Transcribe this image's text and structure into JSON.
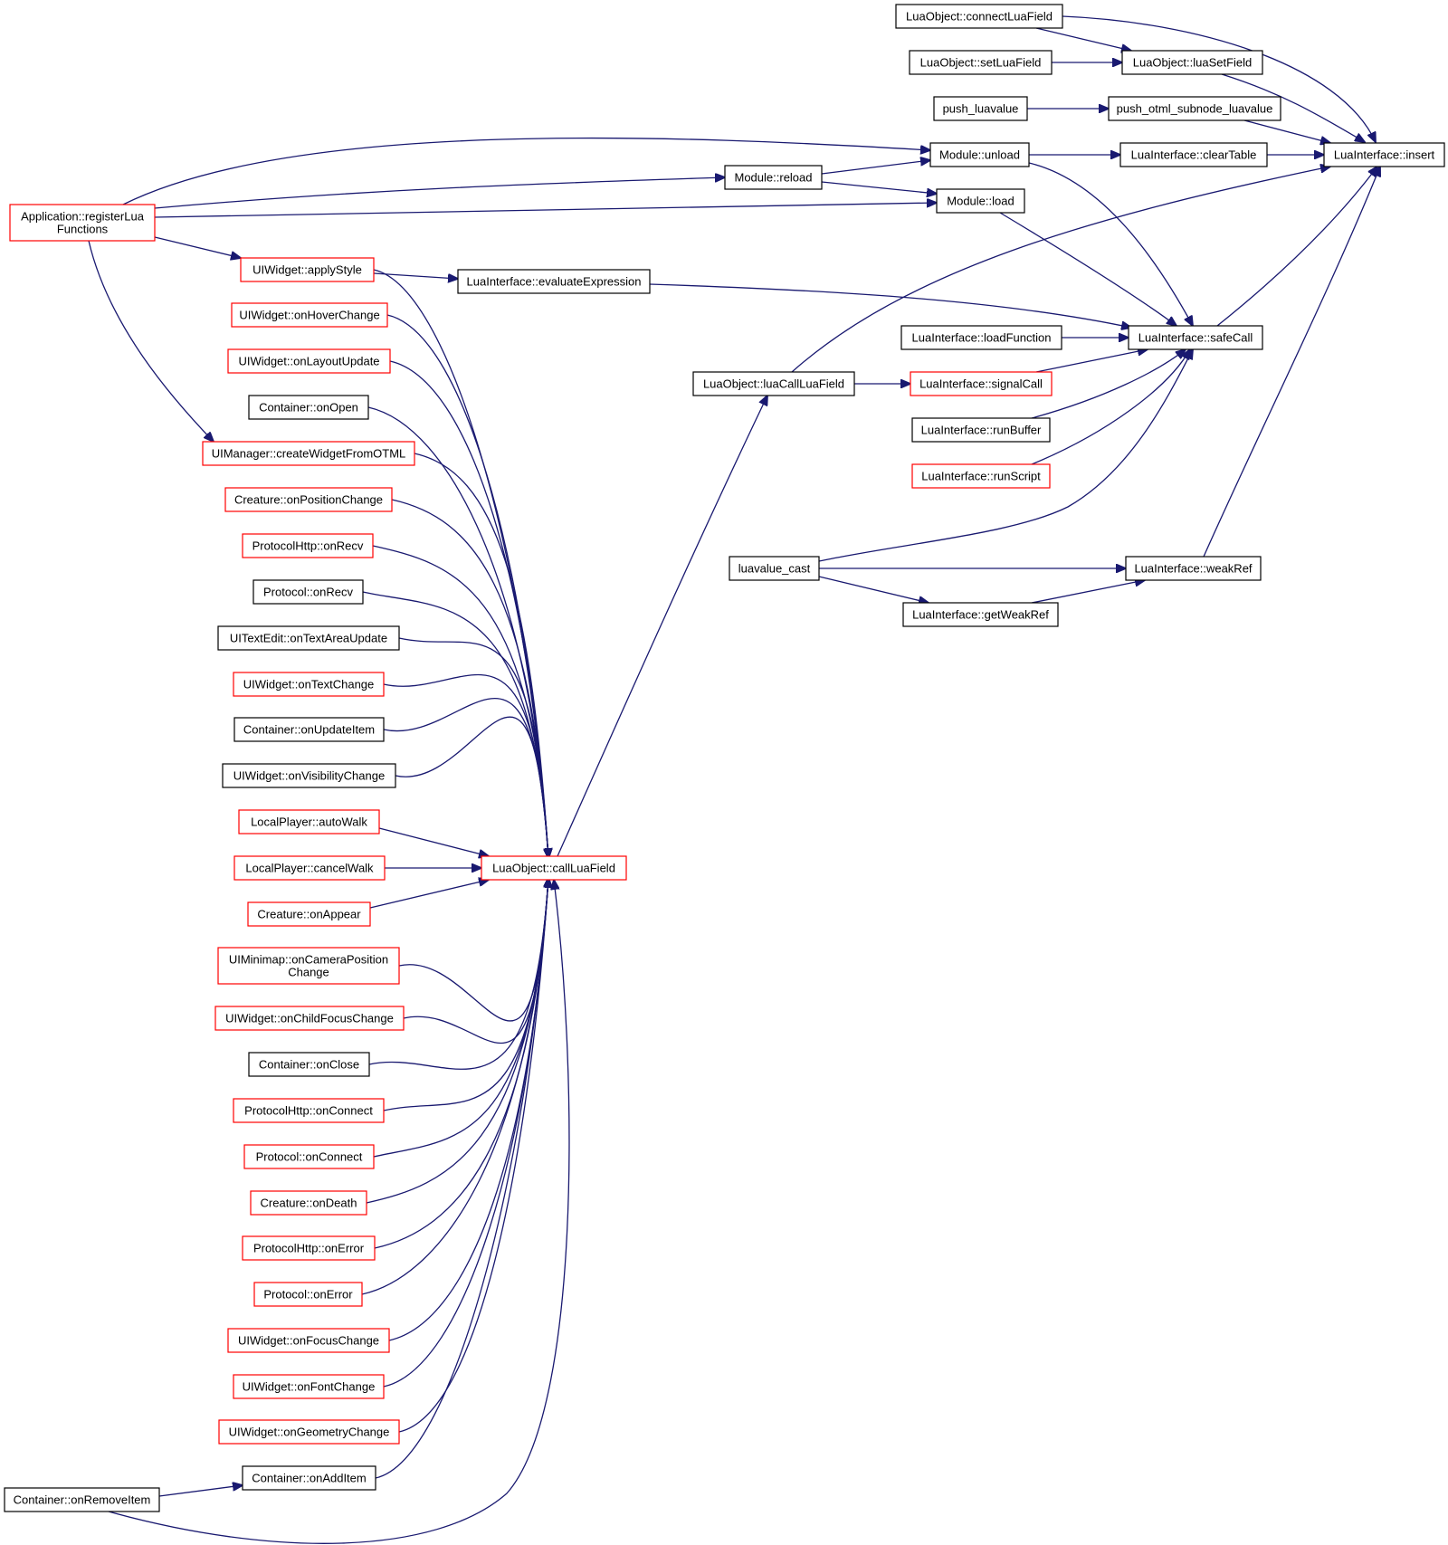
{
  "colors": {
    "edge": "#191970",
    "border_normal": "#000000",
    "border_truncated": "#ff0000",
    "focus_fill": "#bfbfbf",
    "node_fill": "#ffffff"
  },
  "nodes": [
    {
      "id": "insert",
      "lines": [
        "LuaInterface::insert"
      ],
      "style": "focus"
    },
    {
      "id": "connectLuaField",
      "lines": [
        "LuaObject::connectLuaField"
      ],
      "style": "normal"
    },
    {
      "id": "setLuaField",
      "lines": [
        "LuaObject::setLuaField"
      ],
      "style": "normal"
    },
    {
      "id": "luaSetField",
      "lines": [
        "LuaObject::luaSetField"
      ],
      "style": "normal"
    },
    {
      "id": "push_luavalue",
      "lines": [
        "push_luavalue"
      ],
      "style": "normal"
    },
    {
      "id": "push_otml",
      "lines": [
        "push_otml_subnode_luavalue"
      ],
      "style": "normal"
    },
    {
      "id": "moduleUnload",
      "lines": [
        "Module::unload"
      ],
      "style": "normal"
    },
    {
      "id": "clearTable",
      "lines": [
        "LuaInterface::clearTable"
      ],
      "style": "normal"
    },
    {
      "id": "moduleReload",
      "lines": [
        "Module::reload"
      ],
      "style": "normal"
    },
    {
      "id": "moduleLoad",
      "lines": [
        "Module::load"
      ],
      "style": "normal"
    },
    {
      "id": "registerLua",
      "lines": [
        "Application::registerLua",
        "Functions"
      ],
      "style": "truncated"
    },
    {
      "id": "applyStyle",
      "lines": [
        "UIWidget::applyStyle"
      ],
      "style": "truncated"
    },
    {
      "id": "evaluateExpression",
      "lines": [
        "LuaInterface::evaluateExpression"
      ],
      "style": "normal"
    },
    {
      "id": "onHoverChange",
      "lines": [
        "UIWidget::onHoverChange"
      ],
      "style": "truncated"
    },
    {
      "id": "onLayoutUpdate",
      "lines": [
        "UIWidget::onLayoutUpdate"
      ],
      "style": "truncated"
    },
    {
      "id": "containerOnOpen",
      "lines": [
        "Container::onOpen"
      ],
      "style": "normal"
    },
    {
      "id": "loadFunction",
      "lines": [
        "LuaInterface::loadFunction"
      ],
      "style": "normal"
    },
    {
      "id": "safeCall",
      "lines": [
        "LuaInterface::safeCall"
      ],
      "style": "normal"
    },
    {
      "id": "luaCallLuaField",
      "lines": [
        "LuaObject::luaCallLuaField"
      ],
      "style": "normal"
    },
    {
      "id": "signalCall",
      "lines": [
        "LuaInterface::signalCall"
      ],
      "style": "truncated"
    },
    {
      "id": "runBuffer",
      "lines": [
        "LuaInterface::runBuffer"
      ],
      "style": "normal"
    },
    {
      "id": "createWidget",
      "lines": [
        "UIManager::createWidgetFromOTML"
      ],
      "style": "truncated"
    },
    {
      "id": "runScript",
      "lines": [
        "LuaInterface::runScript"
      ],
      "style": "truncated"
    },
    {
      "id": "onPositionChange",
      "lines": [
        "Creature::onPositionChange"
      ],
      "style": "truncated"
    },
    {
      "id": "httpOnRecv",
      "lines": [
        "ProtocolHttp::onRecv"
      ],
      "style": "truncated"
    },
    {
      "id": "luavalue_cast",
      "lines": [
        "luavalue_cast"
      ],
      "style": "normal"
    },
    {
      "id": "weakRef",
      "lines": [
        "LuaInterface::weakRef"
      ],
      "style": "normal"
    },
    {
      "id": "protocolOnRecv",
      "lines": [
        "Protocol::onRecv"
      ],
      "style": "normal"
    },
    {
      "id": "getWeakRef",
      "lines": [
        "LuaInterface::getWeakRef"
      ],
      "style": "normal"
    },
    {
      "id": "onTextAreaUpdate",
      "lines": [
        "UITextEdit::onTextAreaUpdate"
      ],
      "style": "normal"
    },
    {
      "id": "onTextChange",
      "lines": [
        "UIWidget::onTextChange"
      ],
      "style": "truncated"
    },
    {
      "id": "onUpdateItem",
      "lines": [
        "Container::onUpdateItem"
      ],
      "style": "normal"
    },
    {
      "id": "onVisibilityChange",
      "lines": [
        "UIWidget::onVisibilityChange"
      ],
      "style": "normal"
    },
    {
      "id": "autoWalk",
      "lines": [
        "LocalPlayer::autoWalk"
      ],
      "style": "truncated"
    },
    {
      "id": "cancelWalk",
      "lines": [
        "LocalPlayer::cancelWalk"
      ],
      "style": "truncated"
    },
    {
      "id": "callLuaField",
      "lines": [
        "LuaObject::callLuaField"
      ],
      "style": "truncated"
    },
    {
      "id": "onAppear",
      "lines": [
        "Creature::onAppear"
      ],
      "style": "truncated"
    },
    {
      "id": "onCameraPosition",
      "lines": [
        "UIMinimap::onCameraPosition",
        "Change"
      ],
      "style": "truncated"
    },
    {
      "id": "onChildFocusChange",
      "lines": [
        "UIWidget::onChildFocusChange"
      ],
      "style": "truncated"
    },
    {
      "id": "containerOnClose",
      "lines": [
        "Container::onClose"
      ],
      "style": "normal"
    },
    {
      "id": "httpOnConnect",
      "lines": [
        "ProtocolHttp::onConnect"
      ],
      "style": "truncated"
    },
    {
      "id": "protocolOnConnect",
      "lines": [
        "Protocol::onConnect"
      ],
      "style": "truncated"
    },
    {
      "id": "onDeath",
      "lines": [
        "Creature::onDeath"
      ],
      "style": "truncated"
    },
    {
      "id": "httpOnError",
      "lines": [
        "ProtocolHttp::onError"
      ],
      "style": "truncated"
    },
    {
      "id": "protocolOnError",
      "lines": [
        "Protocol::onError"
      ],
      "style": "truncated"
    },
    {
      "id": "onFocusChange",
      "lines": [
        "UIWidget::onFocusChange"
      ],
      "style": "truncated"
    },
    {
      "id": "onFontChange",
      "lines": [
        "UIWidget::onFontChange"
      ],
      "style": "truncated"
    },
    {
      "id": "onGeometryChange",
      "lines": [
        "UIWidget::onGeometryChange"
      ],
      "style": "truncated"
    },
    {
      "id": "onAddItem",
      "lines": [
        "Container::onAddItem"
      ],
      "style": "normal"
    },
    {
      "id": "onRemoveItem",
      "lines": [
        "Container::onRemoveItem"
      ],
      "style": "normal"
    }
  ],
  "edges": [
    {
      "from": "connectLuaField",
      "to": "insert"
    },
    {
      "from": "connectLuaField",
      "to": "luaSetField"
    },
    {
      "from": "setLuaField",
      "to": "luaSetField"
    },
    {
      "from": "luaSetField",
      "to": "insert"
    },
    {
      "from": "push_luavalue",
      "to": "push_otml"
    },
    {
      "from": "push_otml",
      "to": "insert"
    },
    {
      "from": "clearTable",
      "to": "insert"
    },
    {
      "from": "moduleUnload",
      "to": "clearTable"
    },
    {
      "from": "moduleReload",
      "to": "moduleUnload"
    },
    {
      "from": "moduleReload",
      "to": "moduleLoad"
    },
    {
      "from": "registerLua",
      "to": "moduleUnload"
    },
    {
      "from": "registerLua",
      "to": "moduleReload"
    },
    {
      "from": "registerLua",
      "to": "moduleLoad"
    },
    {
      "from": "registerLua",
      "to": "applyStyle"
    },
    {
      "from": "registerLua",
      "to": "createWidget"
    },
    {
      "from": "luaCallLuaField",
      "to": "insert"
    },
    {
      "from": "moduleUnload",
      "to": "safeCall"
    },
    {
      "from": "moduleLoad",
      "to": "safeCall"
    },
    {
      "from": "safeCall",
      "to": "insert"
    },
    {
      "from": "weakRef",
      "to": "insert"
    },
    {
      "from": "applyStyle",
      "to": "evaluateExpression"
    },
    {
      "from": "evaluateExpression",
      "to": "safeCall"
    },
    {
      "from": "loadFunction",
      "to": "safeCall"
    },
    {
      "from": "signalCall",
      "to": "safeCall"
    },
    {
      "from": "runBuffer",
      "to": "safeCall"
    },
    {
      "from": "runScript",
      "to": "safeCall"
    },
    {
      "from": "luavalue_cast",
      "to": "safeCall"
    },
    {
      "from": "luaCallLuaField",
      "to": "signalCall"
    },
    {
      "from": "luavalue_cast",
      "to": "weakRef"
    },
    {
      "from": "luavalue_cast",
      "to": "getWeakRef"
    },
    {
      "from": "getWeakRef",
      "to": "weakRef"
    },
    {
      "from": "callLuaField",
      "to": "luaCallLuaField"
    },
    {
      "from": "applyStyle",
      "to": "callLuaField"
    },
    {
      "from": "onHoverChange",
      "to": "callLuaField"
    },
    {
      "from": "onLayoutUpdate",
      "to": "callLuaField"
    },
    {
      "from": "containerOnOpen",
      "to": "callLuaField"
    },
    {
      "from": "createWidget",
      "to": "callLuaField"
    },
    {
      "from": "onPositionChange",
      "to": "callLuaField"
    },
    {
      "from": "httpOnRecv",
      "to": "callLuaField"
    },
    {
      "from": "protocolOnRecv",
      "to": "callLuaField"
    },
    {
      "from": "onTextAreaUpdate",
      "to": "callLuaField"
    },
    {
      "from": "onTextChange",
      "to": "callLuaField"
    },
    {
      "from": "onUpdateItem",
      "to": "callLuaField"
    },
    {
      "from": "onVisibilityChange",
      "to": "callLuaField"
    },
    {
      "from": "autoWalk",
      "to": "callLuaField"
    },
    {
      "from": "cancelWalk",
      "to": "callLuaField"
    },
    {
      "from": "onAppear",
      "to": "callLuaField"
    },
    {
      "from": "onCameraPosition",
      "to": "callLuaField"
    },
    {
      "from": "onChildFocusChange",
      "to": "callLuaField"
    },
    {
      "from": "containerOnClose",
      "to": "callLuaField"
    },
    {
      "from": "httpOnConnect",
      "to": "callLuaField"
    },
    {
      "from": "protocolOnConnect",
      "to": "callLuaField"
    },
    {
      "from": "onDeath",
      "to": "callLuaField"
    },
    {
      "from": "httpOnError",
      "to": "callLuaField"
    },
    {
      "from": "protocolOnError",
      "to": "callLuaField"
    },
    {
      "from": "onFocusChange",
      "to": "callLuaField"
    },
    {
      "from": "onFontChange",
      "to": "callLuaField"
    },
    {
      "from": "onGeometryChange",
      "to": "callLuaField"
    },
    {
      "from": "onAddItem",
      "to": "callLuaField"
    },
    {
      "from": "onRemoveItem",
      "to": "onAddItem"
    },
    {
      "from": "onRemoveItem",
      "to": "callLuaField"
    }
  ]
}
